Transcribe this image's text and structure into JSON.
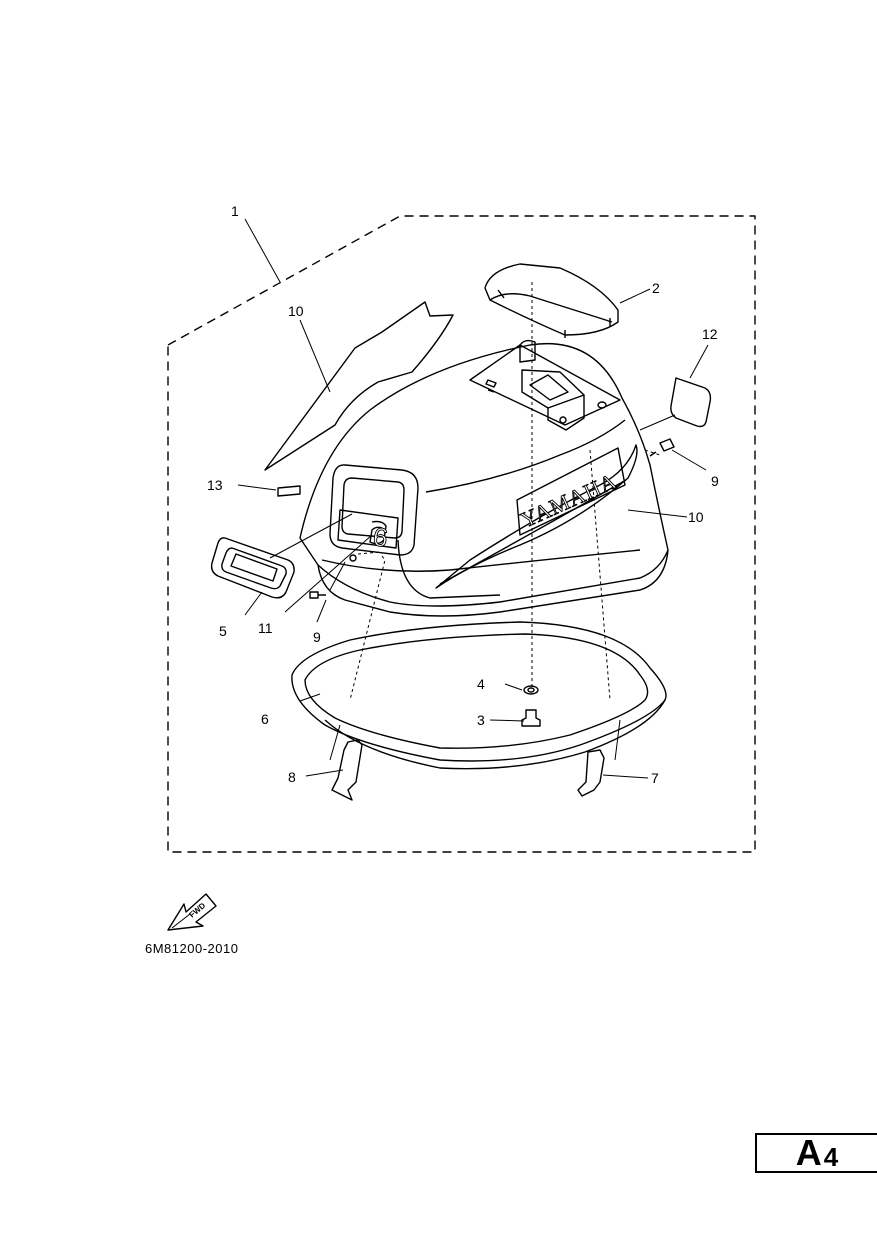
{
  "drawing": {
    "code": "6M81200-2010",
    "fwd_label": "FWD",
    "page_letter": "A",
    "page_number": "4",
    "brand_text": "YAMAHA",
    "model_digit": "6"
  },
  "callouts": [
    "1",
    "2",
    "12",
    "10",
    "9",
    "13",
    "10",
    "5",
    "11",
    "9",
    "4",
    "6",
    "3",
    "8",
    "7"
  ]
}
